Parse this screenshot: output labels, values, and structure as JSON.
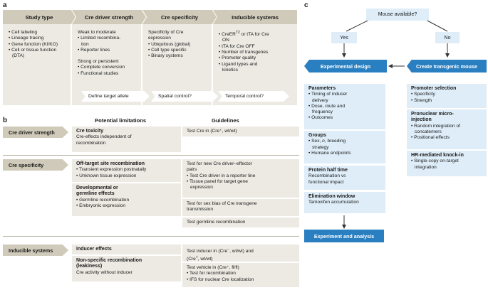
{
  "panels": {
    "a": "a",
    "b": "b",
    "c": "c"
  },
  "panel_a": {
    "columns": [
      {
        "header": "Study type",
        "items": [
          "• Cell labeling",
          "• Lineage tracing",
          "• Gene function (KI/KO)",
          "• Cell or tissue function",
          "  (DTA)"
        ]
      },
      {
        "header": "Cre driver strength",
        "items": [
          "Weak to moderate",
          "• Limited recombina-",
          "  tion",
          "• Reporter lines",
          "",
          "Strong or persistent",
          "• Complete conversion",
          "• Functional studies"
        ]
      },
      {
        "header": "Cre specificity",
        "items": [
          "Specificity of Cre",
          "expression",
          "• Ubiquitous (global)",
          "• Cell type specific",
          "• Binary systems"
        ]
      },
      {
        "header": "Inducible systems",
        "items": [
          "• CreER^T2 or tTA for Cre",
          "  ON",
          "• tTA for Cre OFF",
          "• Number of transgenes",
          "• Promoter quality",
          "• Ligand types and",
          "  kinetics"
        ]
      }
    ],
    "arrows": [
      "Define target allele",
      "Spatial control?",
      "Temporal control?"
    ]
  },
  "panel_b": {
    "headers": {
      "limitations": "Potential limitations",
      "guidelines": "Guidelines"
    },
    "sections": [
      {
        "label": "Cre driver strength",
        "limitations": [
          {
            "title": "Cre toxicity",
            "lines": [
              "Cre-effects independent of",
              "recombination"
            ]
          }
        ],
        "guidelines": [
          [
            "Test Cre in (Cre⁺, wt/wt)"
          ]
        ]
      },
      {
        "label": "Cre specificity",
        "limitations": [
          {
            "title": "Off-target site recombination",
            "lines": [
              "• Transient expression postnatally",
              "• Unknown tissue expression"
            ]
          },
          {
            "title": "Developmental or germline effects",
            "lines": [
              "• Germline recombination",
              "• Embryonic expression"
            ]
          }
        ],
        "guidelines": [
          [
            "Test for new Cre driver–effector",
            "pairs",
            "• Test Cre driver in a reporter line",
            "• Tissue panel for target gene",
            "  expression"
          ],
          [
            "Test for sex bias of Cre transgene",
            "transmission"
          ],
          [
            "Test germline recombination"
          ]
        ]
      },
      {
        "label": "Inducible systems",
        "limitations": [
          {
            "title": "Inducer effects",
            "lines": []
          },
          {
            "title": "Non-specific recombination (leakiness)",
            "lines": [
              "Cre activity without inducer"
            ]
          }
        ],
        "guidelines": [
          [
            "Test inducer in (Cre⁻, wt/wt) and",
            "(Cre⁺, wt/wt)"
          ],
          [
            "Test vehicle in (Cre⁺, fl/fl)",
            "• Test for recombination",
            "• IFS for nuclear Cre localization"
          ]
        ]
      }
    ]
  },
  "panel_c": {
    "question": "Mouse available?",
    "yes": "Yes",
    "no": "No",
    "experimental_design": "Experimental design",
    "create_mouse": "Create transgenic mouse",
    "left_boxes": [
      {
        "title": "Parameters",
        "lines": [
          "• Timing of inducer",
          "  delivery",
          "• Dose, route and",
          "  frequency",
          "• Outcomes"
        ]
      },
      {
        "title": "Groups",
        "lines": [
          "• Sex, n, breeding",
          "  strategy",
          "• Humane endpoints"
        ]
      },
      {
        "title": "Protein half time",
        "lines": [
          "Recombination vs",
          "functional impact"
        ]
      },
      {
        "title": "Elimination window",
        "lines": [
          "Tamoxifen accumulation"
        ]
      }
    ],
    "right_boxes": [
      {
        "title": "Promoter selection",
        "lines": [
          "• Specificity",
          "• Strength"
        ]
      },
      {
        "title": "Pronuclear micro-",
        "title2": "injection",
        "lines": [
          "• Random integration of",
          "  concatemers",
          "• Positional effects"
        ]
      },
      {
        "title": "HR-mediated knock-in",
        "lines": [
          "• Single-copy on-target",
          "  integration"
        ]
      }
    ],
    "final": "Experiment and analysis"
  },
  "colors": {
    "tan": "#cfcab9",
    "beige": "#eceae3",
    "blue": "#2a7fc1",
    "light_blue": "#deedf8"
  }
}
